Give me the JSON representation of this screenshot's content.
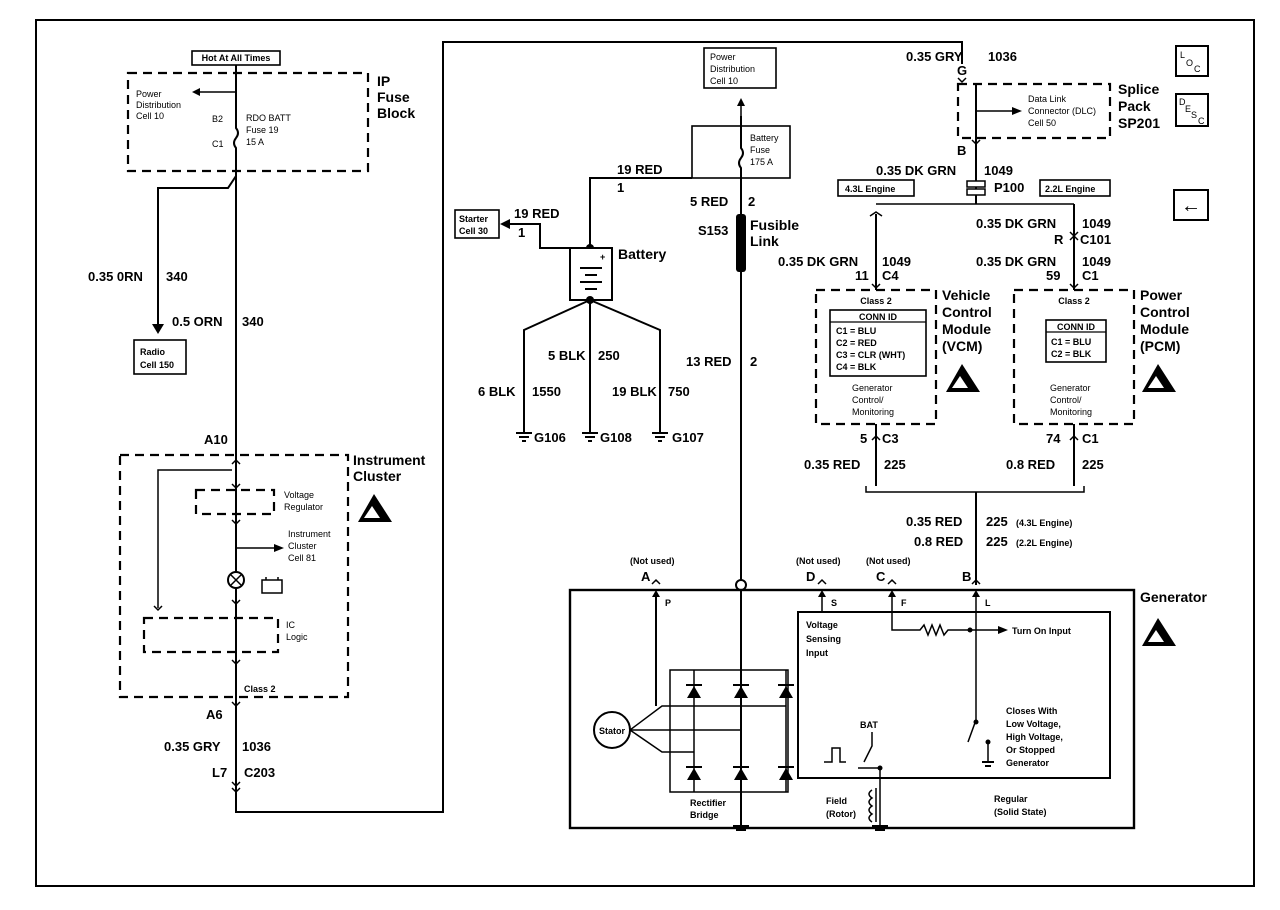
{
  "ip_fuse_block": {
    "hot_label": "Hot At All Times",
    "title_lines": [
      "IP",
      "Fuse",
      "Block"
    ],
    "power_dist_lines": [
      "Power",
      "Distribution",
      "Cell 10"
    ],
    "fuse_lines": [
      "RDO BATT",
      "Fuse 19",
      "15 A"
    ],
    "pin_b2": "B2",
    "pin_c1": "C1"
  },
  "left_wires": {
    "orn_radio_size": "0.35 0RN",
    "orn_radio_circuit": "340",
    "orn_main_size": "0.5 ORN",
    "orn_main_circuit": "340"
  },
  "radio_box_lines": [
    "Radio",
    "Cell 150"
  ],
  "instrument_cluster": {
    "title_lines": [
      "Instrument",
      "Cluster"
    ],
    "pin_top": "A10",
    "pin_bottom": "A6",
    "voltage_regulator_lines": [
      "Voltage",
      "Regulator"
    ],
    "cluster_ref_lines": [
      "Instrument",
      "Cluster",
      "Cell 81"
    ],
    "ic_logic_lines": [
      "IC",
      "Logic"
    ],
    "class2": "Class 2",
    "gry_size": "0.35 GRY",
    "gry_circuit": "1036",
    "pin_l7": "L7",
    "connector_c203": "C203"
  },
  "power_dist_top_lines": [
    "Power",
    "Distribution",
    "Cell 10"
  ],
  "battery_fuse_lines": [
    "Battery",
    "Fuse",
    "175 A"
  ],
  "battery_area": {
    "red19_top_size": "19 RED",
    "red19_top_pin": "1",
    "starter_lines": [
      "Starter",
      "Cell 30"
    ],
    "red19_starter_size": "19 RED",
    "red19_starter_pin": "1",
    "battery_label": "Battery",
    "red5_size": "5 RED",
    "red5_pin": "2",
    "splice_s153": "S153",
    "fusible_lines": [
      "Fusible",
      "Link"
    ],
    "blk5_size": "5 BLK",
    "blk5_circuit": "250",
    "red13_size": "13 RED",
    "red13_pin": "2",
    "blk6_size": "6 BLK",
    "blk6_circuit": "1550",
    "blk19_size": "19 BLK",
    "blk19_circuit": "750",
    "grounds": [
      "G106",
      "G108",
      "G107"
    ]
  },
  "dlc_area": {
    "gry_size": "0.35 GRY",
    "gry_circuit": "1036",
    "pin_g": "G",
    "dlc_lines": [
      "Data Link",
      "Connector (DLC)",
      "Cell 50"
    ],
    "pin_b": "B",
    "splice_pack_lines": [
      "Splice",
      "Pack",
      "SP201"
    ],
    "dkgrn_size": "0.35 DK GRN",
    "dkgrn_circuit": "1049",
    "p100": "P100",
    "engine_43": "4.3L Engine",
    "engine_22": "2.2L Engine"
  },
  "vcm": {
    "dkgrn_size": "0.35 DK GRN",
    "dkgrn_circuit": "1049",
    "pin_top": "11",
    "conn_top": "C4",
    "class2": "Class 2",
    "conn_id": "CONN ID",
    "conn_lines": [
      "C1 = BLU",
      "C2 = RED",
      "C3 = CLR (WHT)",
      "C4 = BLK"
    ],
    "function_lines": [
      "Generator",
      "Control/",
      "Monitoring"
    ],
    "title_lines": [
      "Vehicle",
      "Control",
      "Module",
      "(VCM)"
    ],
    "pin_bottom": "5",
    "conn_bottom": "C3",
    "red_size": "0.35 RED",
    "red_circuit": "225"
  },
  "pcm": {
    "dkgrn1_size": "0.35 DK GRN",
    "dkgrn1_circuit": "1049",
    "pin_r": "R",
    "conn_c101": "C101",
    "dkgrn2_size": "0.35 DK GRN",
    "dkgrn2_circuit": "1049",
    "pin_top": "59",
    "conn_top": "C1",
    "class2": "Class 2",
    "conn_id": "CONN ID",
    "conn_lines": [
      "C1 = BLU",
      "C2 = BLK"
    ],
    "function_lines": [
      "Generator",
      "Control/",
      "Monitoring"
    ],
    "title_lines": [
      "Power",
      "Control",
      "Module",
      "(PCM)"
    ],
    "pin_bottom": "74",
    "conn_bottom": "C1",
    "red_size": "0.8 RED",
    "red_circuit": "225"
  },
  "gen_feed": {
    "line1_size": "0.35 RED",
    "line1_circuit": "225",
    "line1_note": "(4.3L Engine)",
    "line2_size": "0.8 RED",
    "line2_circuit": "225",
    "line2_note": "(2.2L Engine)"
  },
  "generator": {
    "title": "Generator",
    "not_used": "(Not used)",
    "terminals": [
      "A",
      "D",
      "C",
      "B"
    ],
    "inner_pins": [
      "P",
      "S",
      "F",
      "L"
    ],
    "stator": "Stator",
    "rectifier_lines": [
      "Rectifier",
      "Bridge"
    ],
    "vsense_lines": [
      "Voltage",
      "Sensing",
      "Input"
    ],
    "turn_on": "Turn On Input",
    "bat": "BAT",
    "closes_lines": [
      "Closes With",
      "Low Voltage,",
      "High Voltage,",
      "Or Stopped",
      "Generator"
    ],
    "field_lines": [
      "Field",
      "(Rotor)"
    ],
    "regulator_lines": [
      "Regular",
      "(Solid State)"
    ]
  },
  "nav": {
    "loc_letters": [
      "L",
      "O",
      "C"
    ],
    "desc_letters": [
      "D",
      "E",
      "S",
      "C"
    ],
    "back_arrow": "←"
  }
}
